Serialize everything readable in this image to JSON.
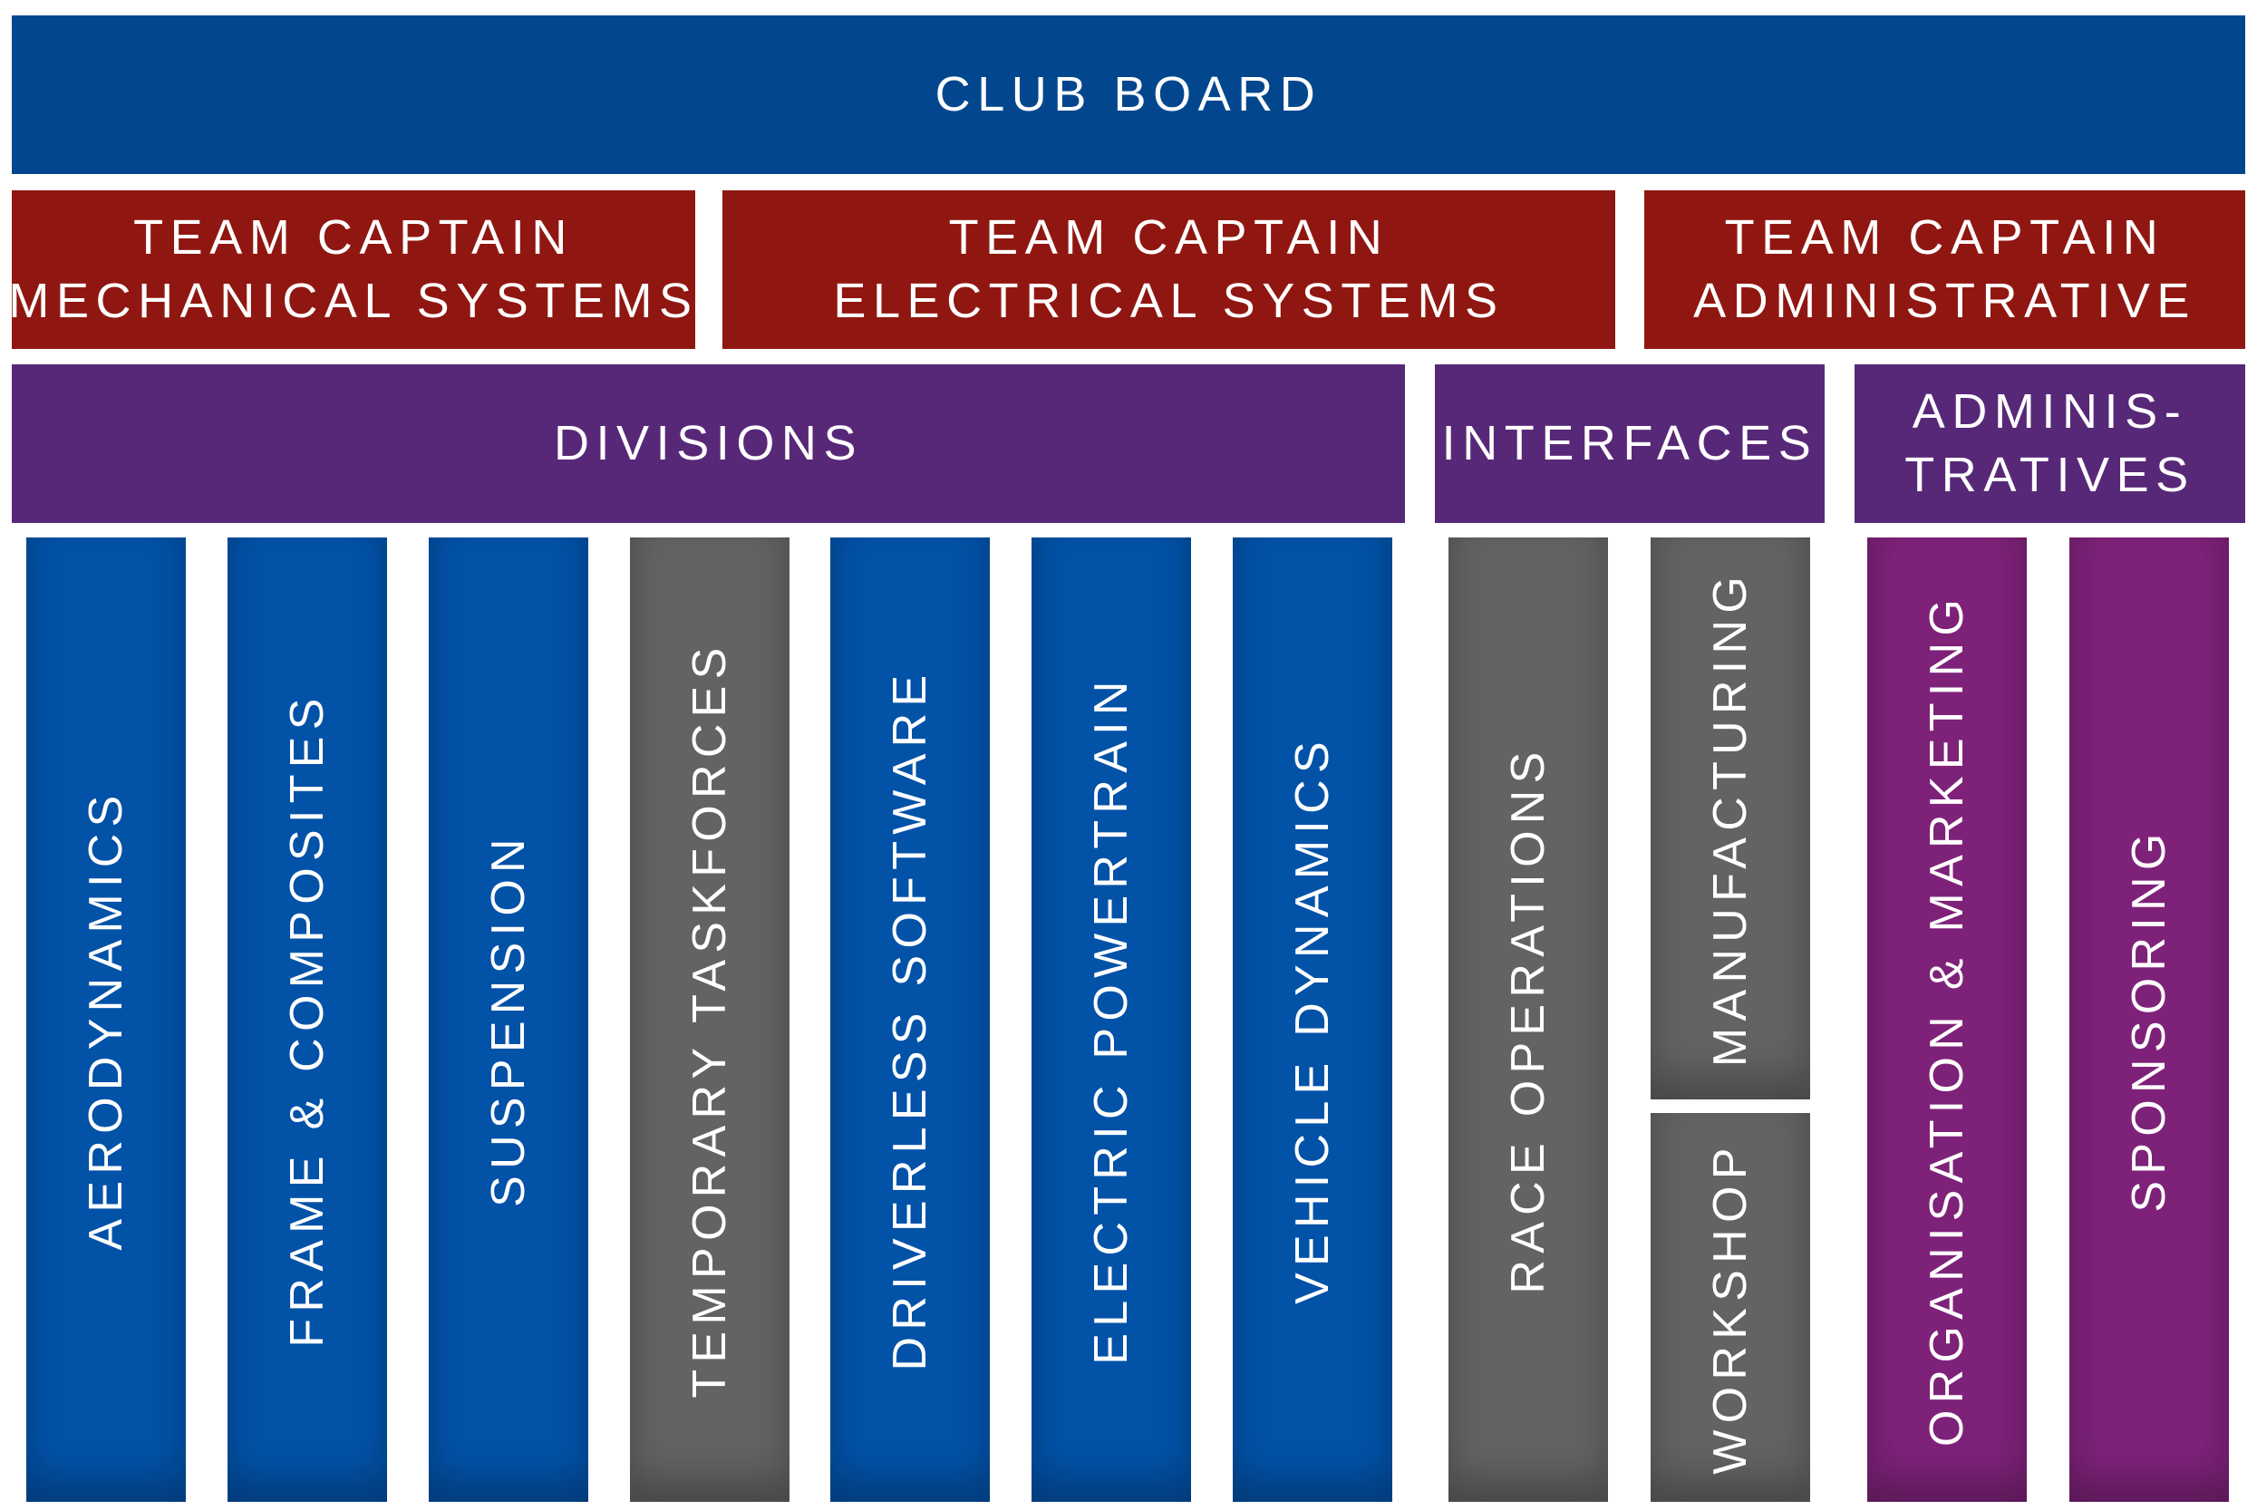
{
  "board": {
    "label": "CLUB BOARD"
  },
  "captains": [
    {
      "line1": "TEAM CAPTAIN",
      "line2": "MECHANICAL SYSTEMS"
    },
    {
      "line1": "TEAM CAPTAIN",
      "line2": "ELECTRICAL SYSTEMS"
    },
    {
      "line1": "TEAM CAPTAIN",
      "line2": "ADMINISTRATIVE"
    }
  ],
  "groups": [
    {
      "line1": "DIVISIONS"
    },
    {
      "line1": "INTERFACES"
    },
    {
      "line1": "ADMINIS-",
      "line2": "TRATIVES"
    }
  ],
  "columns": [
    {
      "label": "AERODYNAMICS"
    },
    {
      "label": "FRAME & COMPOSITES"
    },
    {
      "label": "SUSPENSION"
    },
    {
      "label": "TEMPORARY TASKFORCES"
    },
    {
      "label": "DRIVERLESS SOFTWARE"
    },
    {
      "label": "ELECTRIC POWERTRAIN"
    },
    {
      "label": "VEHICLE DYNAMICS"
    },
    {
      "label": "RACE OPERATIONS"
    },
    {
      "label": "MANUFACTURING"
    },
    {
      "label": "WORKSHOP"
    },
    {
      "label": "ORGANISATION & MARKETING"
    },
    {
      "label": "SPONSORING"
    }
  ],
  "colors": {
    "board": "#02478e",
    "captain": "#901711",
    "group": "#582878",
    "division_blue": "#0252a8",
    "grey": "#636363",
    "administrative": "#7e2279"
  }
}
